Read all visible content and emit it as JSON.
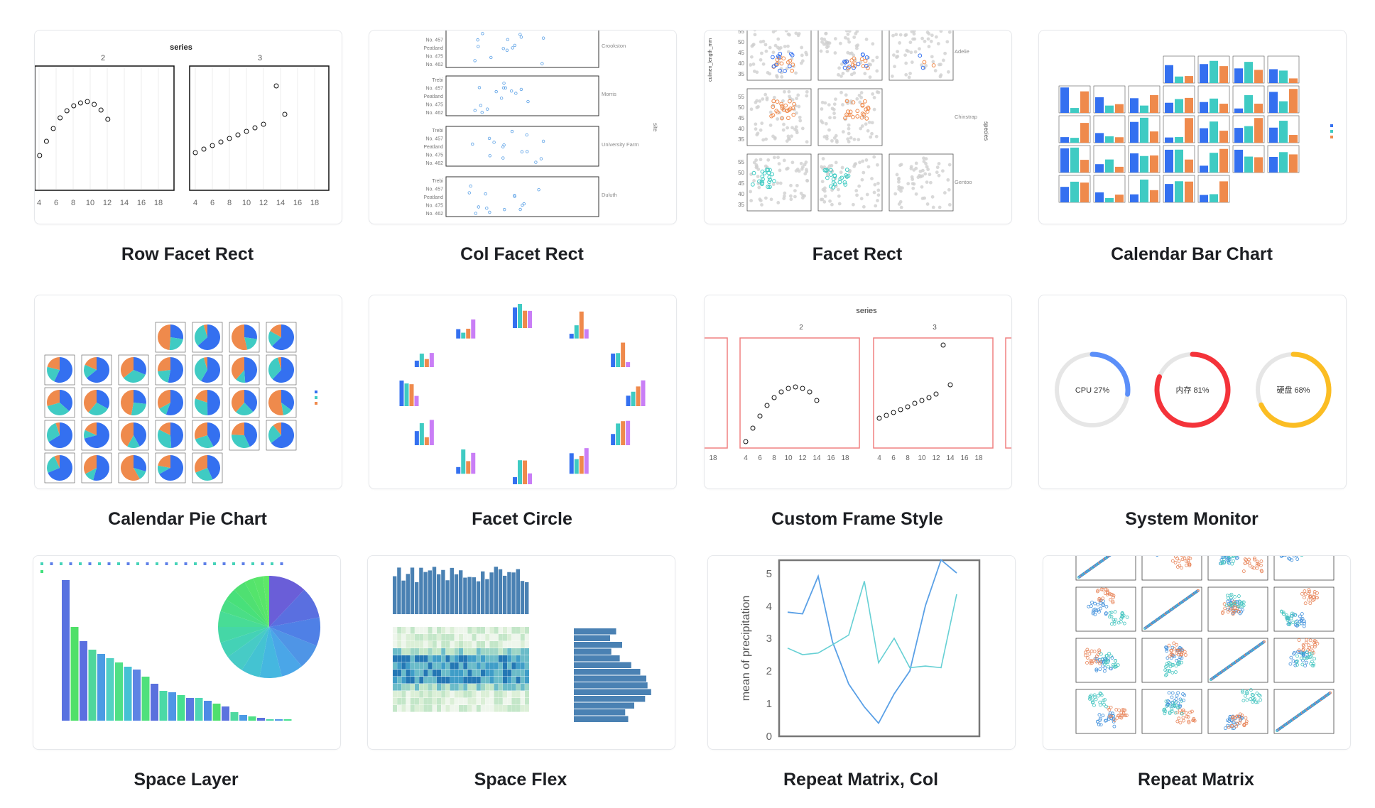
{
  "gallery": {
    "items": [
      {
        "title": "Row Facet Rect"
      },
      {
        "title": "Col Facet Rect"
      },
      {
        "title": "Facet Rect"
      },
      {
        "title": "Calendar Bar Chart"
      },
      {
        "title": "Calendar Pie Chart"
      },
      {
        "title": "Facet Circle"
      },
      {
        "title": "Custom Frame Style"
      },
      {
        "title": "System Monitor"
      },
      {
        "title": "Space Layer"
      },
      {
        "title": "Space Flex"
      },
      {
        "title": "Repeat Matrix, Col"
      },
      {
        "title": "Repeat Matrix"
      }
    ]
  },
  "thumbs": {
    "row_facet": {
      "title": "series",
      "facets": [
        "2",
        "3"
      ],
      "ticks": [
        "4",
        "6",
        "8",
        "10",
        "12",
        "14",
        "16",
        "18"
      ]
    },
    "col_facet": {
      "rows": [
        "Crookston",
        "Morris",
        "University Farm",
        "Duluth"
      ],
      "ylabels": [
        "Trebi",
        "No. 457",
        "Peatland",
        "No. 475",
        "No. 462"
      ],
      "axis": "site"
    },
    "facet_rect": {
      "rows": [
        "Adelie",
        "Chinstrap",
        "Gentoo"
      ],
      "ylabel": "culmen_length_mm",
      "axis": "species",
      "ticks": [
        "55",
        "50",
        "45",
        "40",
        "35"
      ]
    },
    "custom_frame": {
      "title": "series",
      "facets": [
        "2",
        "3"
      ],
      "ticks": [
        "4",
        "6",
        "8",
        "10",
        "12",
        "14",
        "16",
        "18"
      ],
      "edge_tick": "18"
    },
    "monitor": {
      "gauges": [
        {
          "label": "CPU 27%",
          "value": 0.27,
          "color": "#5b8ff9"
        },
        {
          "label": "内存 81%",
          "value": 0.81,
          "color": "#f4333a"
        },
        {
          "label": "硬盘 68%",
          "value": 0.68,
          "color": "#fbbd23"
        }
      ]
    },
    "repeat_col": {
      "ylabel": "mean of precipitation",
      "yticks": [
        "0",
        "1",
        "2",
        "3",
        "4",
        "5"
      ]
    }
  }
}
